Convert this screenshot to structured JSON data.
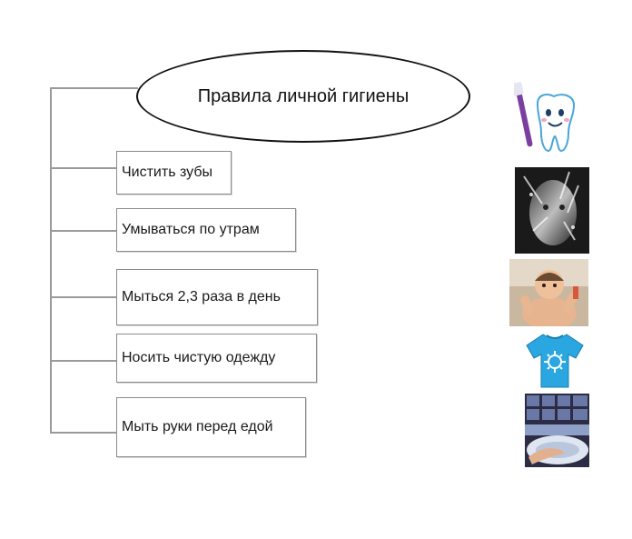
{
  "diagram": {
    "title": "Правила личной гигиены",
    "rules": [
      {
        "label": "Чистить зубы",
        "picture": "tooth-toothbrush-icon"
      },
      {
        "label": "Умываться по утрам",
        "picture": "face-washing-photo"
      },
      {
        "label": "Мыться 2,3 раза в день",
        "picture": "child-bathing-photo"
      },
      {
        "label": "Носить чистую одежду",
        "picture": "blue-tshirt-icon"
      },
      {
        "label": "Мыть руки перед едой",
        "picture": "handwashing-sink-photo"
      }
    ]
  },
  "colors": {
    "connector": "#9a9a9a",
    "ellipse_border": "#111111",
    "box_border": "#8c8c8c",
    "tshirt_blue": "#2aa7e0",
    "toothbrush_purple": "#7a3fa0"
  }
}
